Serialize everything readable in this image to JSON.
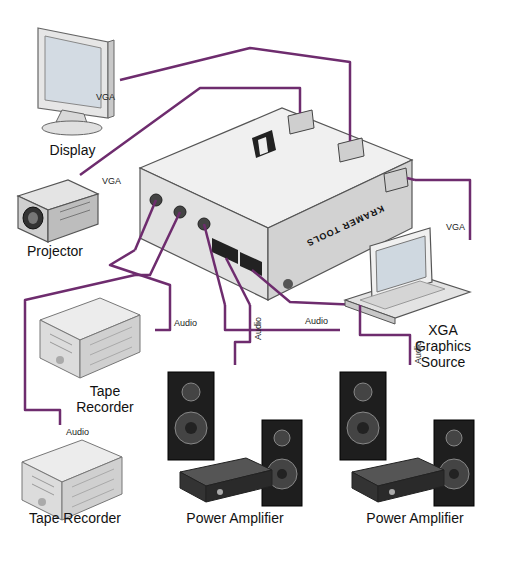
{
  "diagram": {
    "nodes": [
      {
        "text": [
          "Display"
        ]
      },
      {
        "text": [
          "KRAMER TOOLS"
        ]
      },
      {
        "text": [
          "Projector"
        ]
      },
      {
        "text": [
          "XGA Graphics Source"
        ]
      },
      {
        "text": [
          "Tape Recorder"
        ]
      },
      {
        "text": [
          "Tape Recorder"
        ]
      },
      {
        "text": [
          "Power Amplifier"
        ]
      },
      {
        "text": [
          "Power Amplifier"
        ]
      }
    ],
    "edges": [
      {
        "from": 1,
        "to": 0,
        "label": "VGA",
        "arrow": "none"
      },
      {
        "from": 1,
        "to": 2,
        "label": "VGA",
        "arrow": "none"
      },
      {
        "from": 3,
        "to": 1,
        "label": "VGA",
        "arrow": "none"
      },
      {
        "from": 3,
        "to": 1,
        "label": "Audio",
        "arrow": "none"
      },
      {
        "from": 1,
        "to": 4,
        "label": "Audio",
        "arrow": "none"
      },
      {
        "from": 1,
        "to": 5,
        "label": "Audio",
        "arrow": "none"
      },
      {
        "from": 1,
        "to": 6,
        "label": "Audio",
        "arrow": "none"
      },
      {
        "from": 1,
        "to": 7,
        "label": "Audio",
        "arrow": "none"
      }
    ]
  }
}
